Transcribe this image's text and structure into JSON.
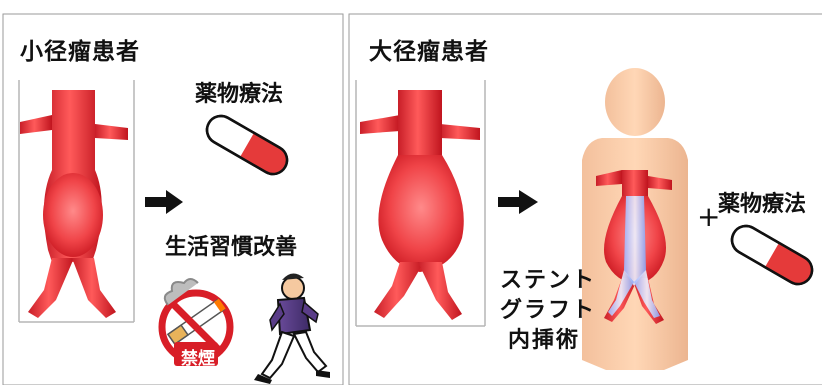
{
  "small_panel": {
    "title": "小径瘤患者",
    "medication_label": "薬物療法",
    "lifestyle_label": "生活習慣改善",
    "no_smoking_text": "禁煙"
  },
  "large_panel": {
    "title": "大径瘤患者",
    "stent_label_lines": [
      "ステント",
      "グラフト",
      "内挿術"
    ],
    "plus_sign": "+",
    "medication_label": "薬物療法"
  }
}
